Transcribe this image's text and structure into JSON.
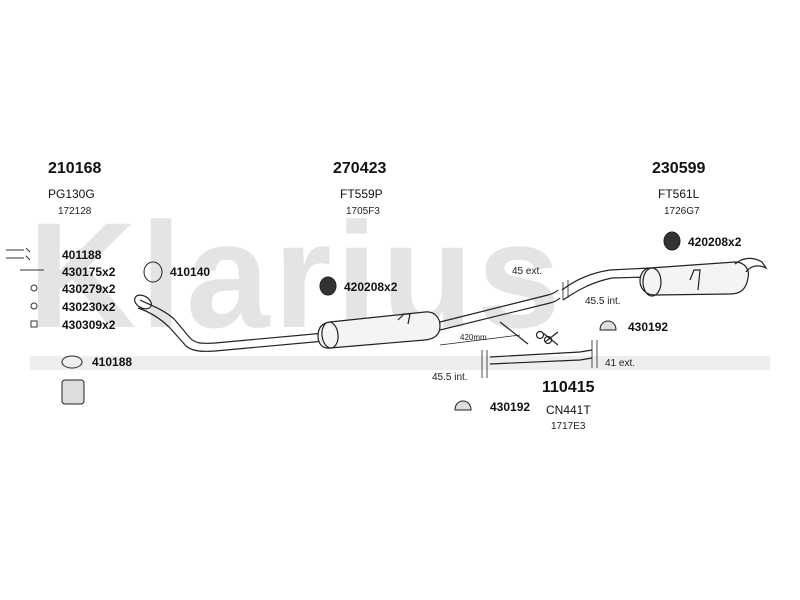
{
  "watermark": "Klarius",
  "sections": [
    {
      "number": "210168",
      "code": "PG130G",
      "sub": "172128"
    },
    {
      "number": "270423",
      "code": "FT559P",
      "sub": "1705F3"
    },
    {
      "number": "230599",
      "code": "FT561L",
      "sub": "1726G7"
    },
    {
      "number": "110415",
      "code": "CN441T",
      "sub": "1717E3"
    }
  ],
  "fitting_list": [
    "401188",
    "430175x2",
    "430279x2",
    "430230x2",
    "430309x2"
  ],
  "parts": {
    "gasket_front": "410140",
    "gasket_lower": "410188",
    "hanger_center": "420208x2",
    "hanger_rear": "420208x2",
    "clamp_rear": "430192",
    "clamp_bottom": "430192"
  },
  "measurements": {
    "ext_45": "45 ext.",
    "int_455_right": "45.5 int.",
    "int_455_left": "45.5 int.",
    "ext_41": "41 ext.",
    "len_420": "420mm"
  }
}
